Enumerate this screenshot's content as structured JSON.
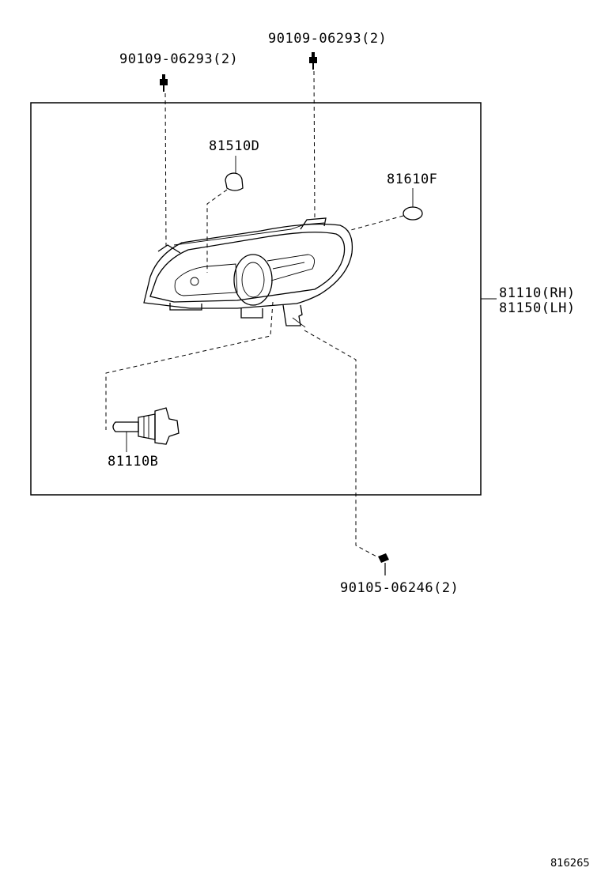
{
  "labels": {
    "bolt_left": "90109-06293(2)",
    "bolt_right": "90109-06293(2)",
    "bulb_d": "81510D",
    "bulb_f": "81610F",
    "assembly_rh": "81110(RH)",
    "assembly_lh": "81150(LH)",
    "bulb_b": "81110B",
    "screw_bottom": "90105-06246(2)",
    "diagram_id": "816265"
  }
}
